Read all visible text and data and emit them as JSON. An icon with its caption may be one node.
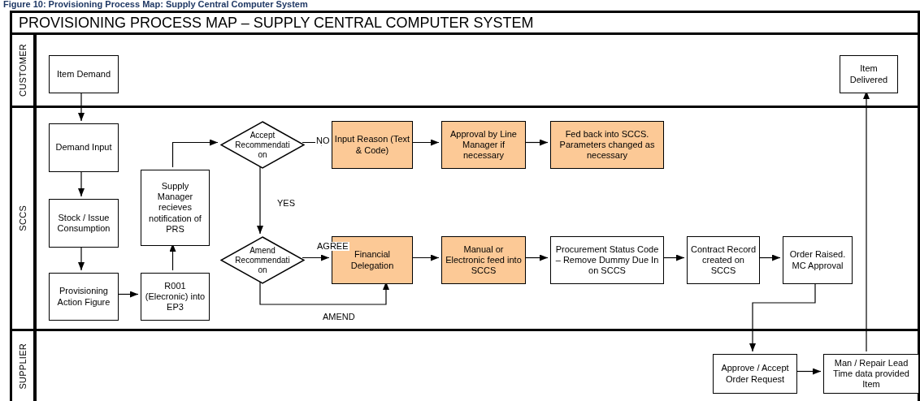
{
  "diagram": {
    "title": "Figure 10: Provisioning Process Map: Supply Central Computer System",
    "nodes": [
      {
        "text": [
          "CUSTOMER"
        ]
      },
      {
        "text": [
          "SCCS"
        ]
      },
      {
        "text": [
          "SUPPLIER"
        ]
      },
      {
        "text": [
          "Item Demand"
        ],
        "in": 0
      },
      {
        "text": [
          "Item Delivered"
        ],
        "in": 0
      },
      {
        "text": [
          "Demand Input"
        ],
        "in": 1
      },
      {
        "text": [
          "Stock / Issue Consumption"
        ],
        "in": 1
      },
      {
        "text": [
          "Provisioning Action Figure"
        ],
        "in": 1
      },
      {
        "text": [
          "R001 (Elecronic) into EP3"
        ],
        "in": 1
      },
      {
        "text": [
          "Supply Manager recieves notification of PRS"
        ],
        "in": 1
      },
      {
        "text": [
          "Accept Recommendation"
        ],
        "in": 1
      },
      {
        "text": [
          "Input Reason (Text & Code)"
        ],
        "in": 1
      },
      {
        "text": [
          "Approval by Line Manager if necessary"
        ],
        "in": 1
      },
      {
        "text": [
          "Fed back into SCCS. Parameters changed as necessary"
        ],
        "in": 1
      },
      {
        "text": [
          "Amend Recommendation"
        ],
        "in": 1
      },
      {
        "text": [
          "Financial Delegation"
        ],
        "in": 1
      },
      {
        "text": [
          "Manual or Electronic feed into SCCS"
        ],
        "in": 1
      },
      {
        "text": [
          "Procurement Status Code – Remove Dummy Due In on SCCS"
        ],
        "in": 1
      },
      {
        "text": [
          "Contract Record created on SCCS"
        ],
        "in": 1
      },
      {
        "text": [
          "Order Raised.  MC Approval"
        ],
        "in": 1
      },
      {
        "text": [
          "Approve / Accept Order Request"
        ],
        "in": 2
      },
      {
        "text": [
          "Man / Repair Lead Time data provided Item"
        ],
        "in": 2
      }
    ],
    "edges": [
      {
        "from": 3,
        "to": 5,
        "arrow": "to"
      },
      {
        "from": 5,
        "to": 6,
        "arrow": "to"
      },
      {
        "from": 6,
        "to": 7,
        "arrow": "to"
      },
      {
        "from": 7,
        "to": 8,
        "arrow": "to"
      },
      {
        "from": 8,
        "to": 9,
        "arrow": "to"
      },
      {
        "from": 9,
        "to": 10,
        "arrow": "to"
      },
      {
        "from": 10,
        "to": 11,
        "arrow": "to",
        "label": "NO"
      },
      {
        "from": 11,
        "to": 12,
        "arrow": "to"
      },
      {
        "from": 12,
        "to": 13,
        "arrow": "to"
      },
      {
        "from": 10,
        "to": 14,
        "arrow": "to",
        "label": "YES"
      },
      {
        "from": 14,
        "to": 15,
        "arrow": "to",
        "label": "AGREE"
      },
      {
        "from": 14,
        "to": 15,
        "arrow": "to",
        "label": "AMEND"
      },
      {
        "from": 15,
        "to": 16,
        "arrow": "to"
      },
      {
        "from": 16,
        "to": 17,
        "arrow": "to"
      },
      {
        "from": 17,
        "to": 18,
        "arrow": "to"
      },
      {
        "from": 18,
        "to": 19,
        "arrow": "to"
      },
      {
        "from": 19,
        "to": 20,
        "arrow": "to"
      },
      {
        "from": 20,
        "to": 21,
        "arrow": "to"
      },
      {
        "from": 21,
        "to": 4,
        "arrow": "to"
      }
    ],
    "labels": [
      "PROVISIONING PROCESS MAP – SUPPLY CENTRAL COMPUTER SYSTEM"
    ]
  }
}
